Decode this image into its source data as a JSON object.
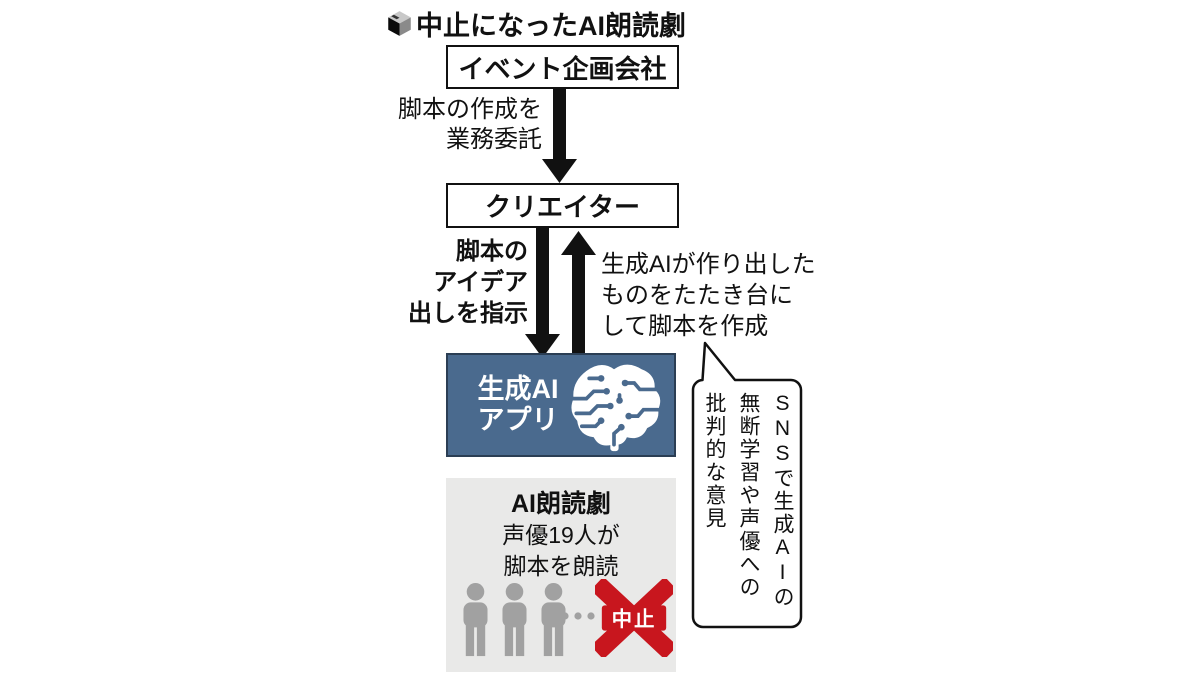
{
  "title": {
    "text": "中止になったAI朗読劇"
  },
  "flow": {
    "box1": "イベント企画会社",
    "arrow1_label": [
      "脚本の作成を",
      "業務委託"
    ],
    "box2": "クリエイター",
    "down_label": [
      "脚本の",
      "アイデア",
      "出しを指示"
    ],
    "up_label": [
      "生成AIが作り出した",
      "ものをたたき台に",
      "して脚本を作成"
    ],
    "ai_box": {
      "line1": "生成AI",
      "line2": "アプリ",
      "icon": "brain-circuit-icon"
    },
    "result": {
      "title": "AI朗読劇",
      "line1": "声優19人が",
      "line2": "脚本を朗読",
      "person_icon": "person-silhouette-icon",
      "cancel_label": "中止"
    },
    "bubble_lines": [
      "SNSで生成AIの",
      "無断学習や声優への",
      "批判的な意見"
    ]
  },
  "colors": {
    "ai_box_bg": "#4a6a8e",
    "ai_box_border": "#2b3e54",
    "result_bg": "#e9e9e8",
    "person_gray": "#a1a1a1",
    "cancel_red": "#c8161e",
    "text_black": "#111111"
  }
}
